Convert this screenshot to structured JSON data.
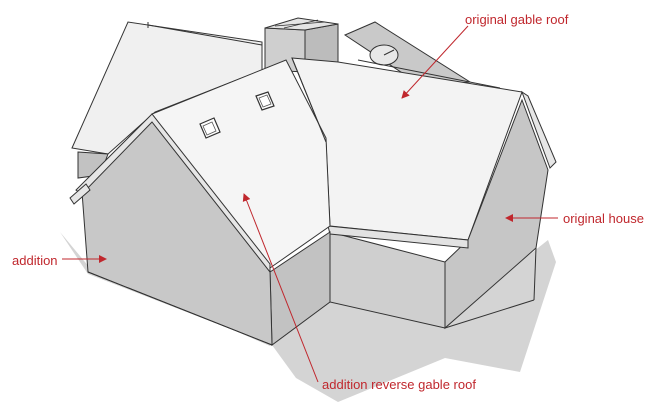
{
  "diagram": {
    "labels": {
      "original_gable_roof": "original gable roof",
      "original_house": "original house",
      "addition": "addition",
      "addition_reverse_gable_roof": "addition reverse gable roof"
    },
    "colors": {
      "annotation": "#c0272d",
      "roof": "#f2f2f2",
      "wall": "#c8c8c8",
      "wall_dark": "#b8b8b8",
      "shadow": "#d2d2d2",
      "outline": "#333333"
    }
  }
}
